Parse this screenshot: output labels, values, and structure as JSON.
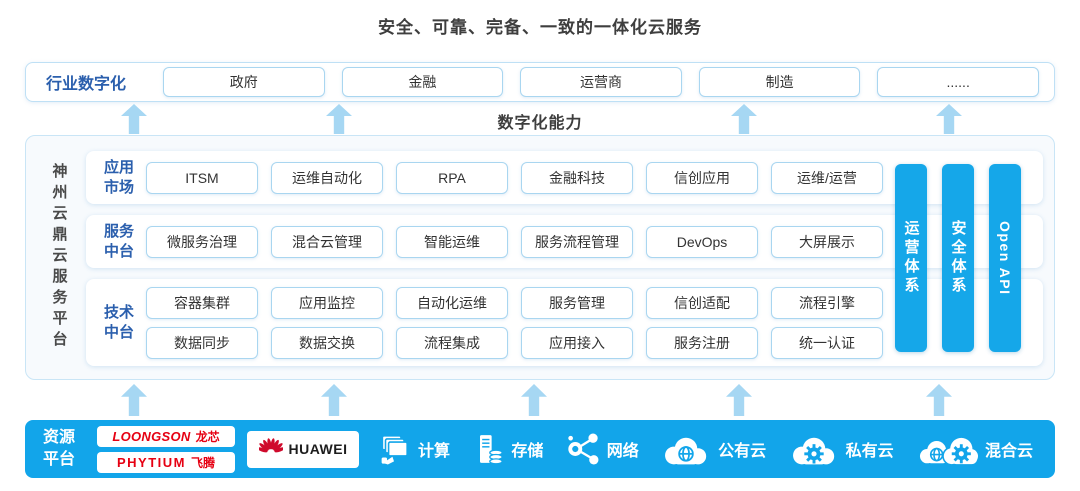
{
  "title": "安全、可靠、完备、一致的一体化云服务",
  "industry": {
    "label": "行业数字化",
    "items": [
      "政府",
      "金融",
      "运营商",
      "制造",
      "......"
    ]
  },
  "capability_label": "数字化能力",
  "platform": {
    "name": "神州云鼎云服务平台",
    "app_market": {
      "label": "应用市场",
      "items": [
        "ITSM",
        "运维自动化",
        "RPA",
        "金融科技",
        "信创应用",
        "运维/运营"
      ]
    },
    "service_platform": {
      "label": "服务中台",
      "items": [
        "微服务治理",
        "混合云管理",
        "智能运维",
        "服务流程管理",
        "DevOps",
        "大屏展示"
      ]
    },
    "tech_platform": {
      "label": "技术中台",
      "row1": [
        "容器集群",
        "应用监控",
        "自动化运维",
        "服务管理",
        "信创适配",
        "流程引擎"
      ],
      "row2": [
        "数据同步",
        "数据交换",
        "流程集成",
        "应用接入",
        "服务注册",
        "统一认证"
      ]
    },
    "bars": [
      "运营体系",
      "安全体系",
      "Open API"
    ]
  },
  "resources": {
    "label": "资源平台",
    "loongson": {
      "en": "LOONGSON",
      "cn": "龙芯"
    },
    "phytium": {
      "en": "PHYTIUM",
      "cn": "飞腾"
    },
    "huawei": "HUAWEI",
    "items": [
      {
        "icon": "compute-icon",
        "label": "计算"
      },
      {
        "icon": "storage-icon",
        "label": "存储"
      },
      {
        "icon": "network-icon",
        "label": "网络"
      },
      {
        "icon": "public-cloud-icon",
        "label": "公有云"
      },
      {
        "icon": "private-cloud-icon",
        "label": "私有云"
      },
      {
        "icon": "hybrid-cloud-icon",
        "label": "混合云"
      }
    ]
  },
  "colors": {
    "accent_blue": "#12a5ea",
    "light_blue_border": "#a9d6f0",
    "deep_blue_text": "#2b5fad",
    "arrow_blue": "#a6d7f3",
    "loongson_red": "#e60012",
    "huawei_red": "#cf0a2c"
  }
}
